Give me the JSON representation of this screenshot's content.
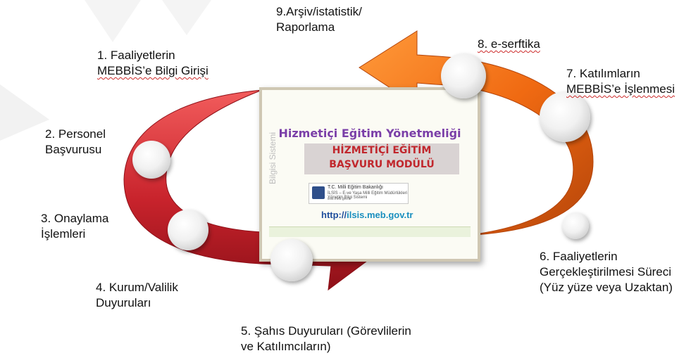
{
  "steps": {
    "s1": {
      "line1": "1. Faaliyetlerin",
      "line2": "MEBBİS’e Bilgi Girişi"
    },
    "s2": {
      "line1": "2. Personel",
      "line2": "Başvurusu"
    },
    "s3": {
      "line1": "3. Onaylama",
      "line2": "İşlemleri"
    },
    "s4": {
      "line1": "4. Kurum/Valilik",
      "line2": "Duyuruları"
    },
    "s5": {
      "line1": "5. Şahıs Duyuruları (Görevlilerin",
      "line2": "ve Katılımcıların)"
    },
    "s6": {
      "line1": "6. Faaliyetlerin",
      "line2": "Gerçekleştirilmesi Süreci",
      "line3": "(Yüz yüze veya Uzaktan)"
    },
    "s7": {
      "line1": "7. Katılımların",
      "line2": "MEBBİS’e İşlenmesi"
    },
    "s8": {
      "line1": "8. e-serftika"
    },
    "s9": {
      "line1": "9.Arşiv/istatistik/",
      "line2": "Raporlama"
    }
  },
  "document": {
    "title": "Hizmetiçi Eğitim Yönetmeliği",
    "subtitle_line1": "HİZMETİÇİ EĞİTİM",
    "subtitle_line2": "BAŞVURU MODÜLÜ",
    "logo_line1": "T.C. Milli Eğitim Bakanlığı",
    "logo_line2": "İLSİS – E-ve Yaşa Milli Eğitim Müdürlükleri Yönetim Bilgi Sistemi",
    "logo_line3": "ilsis.meb.gov.tr",
    "url_prefix": "http://",
    "url_main": "ilsis.meb.gov.tr",
    "vertical_text": "Bilgisi Sistemi"
  },
  "colors": {
    "red_arrow": "#c8232c",
    "orange_arrow": "#e8620f"
  }
}
